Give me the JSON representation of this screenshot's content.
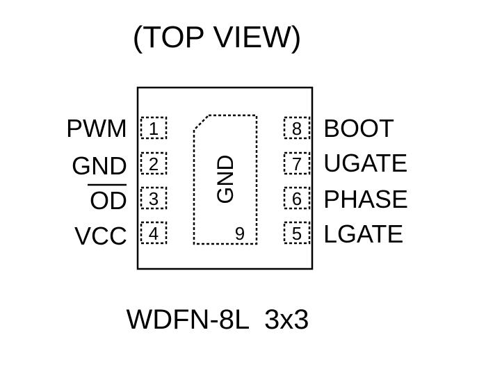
{
  "diagram": {
    "title": "(TOP VIEW)",
    "package": "WDFN-8L  3x3",
    "left_pins": [
      {
        "number": "1",
        "label": "PWM"
      },
      {
        "number": "2",
        "label": "GND"
      },
      {
        "number": "3",
        "label": "OD",
        "overline": true
      },
      {
        "number": "4",
        "label": "VCC"
      }
    ],
    "right_pins": [
      {
        "number": "8",
        "label": "BOOT"
      },
      {
        "number": "7",
        "label": "UGATE"
      },
      {
        "number": "6",
        "label": "PHASE"
      },
      {
        "number": "5",
        "label": "LGATE"
      }
    ],
    "exposed_pad": {
      "number": "9",
      "label": "GND"
    }
  }
}
